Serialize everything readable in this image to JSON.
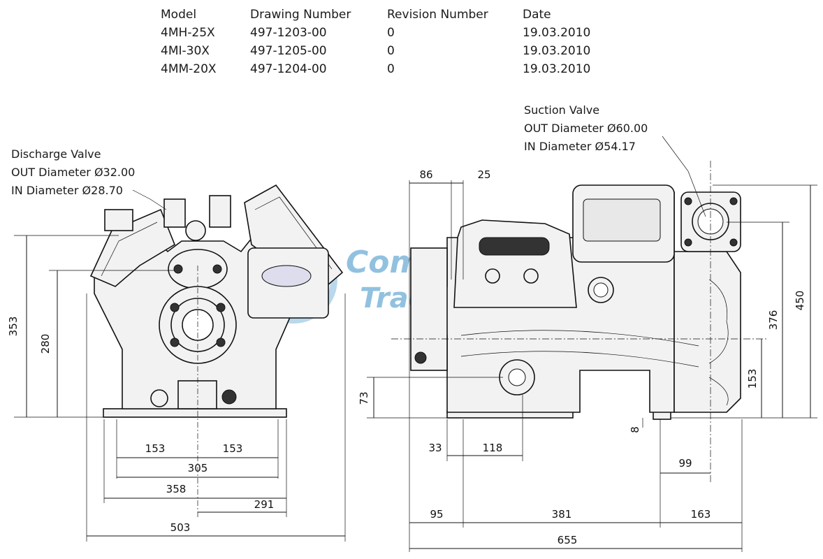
{
  "spec_table": {
    "headers": [
      "Model",
      "Drawing Number",
      "Revision Number",
      "Date"
    ],
    "rows": [
      [
        "4MH-25X",
        "497-1203-00",
        "0",
        "19.03.2010"
      ],
      [
        "4MI-30X",
        "497-1205-00",
        "0",
        "19.03.2010"
      ],
      [
        "4MM-20X",
        "497-1204-00",
        "0",
        "19.03.2010"
      ]
    ]
  },
  "discharge_valve": {
    "title": "Discharge Valve",
    "out_diameter": "OUT Diameter Ø32.00",
    "in_diameter": "IN Diameter Ø28.70"
  },
  "suction_valve": {
    "title": "Suction Valve",
    "out_diameter": "OUT Diameter Ø60.00",
    "in_diameter": "IN Diameter Ø54.17"
  },
  "front_view_dims": {
    "height_total": "353",
    "height_shaft": "280",
    "half_left": "153",
    "half_right": "153",
    "foot_span": "305",
    "base_width": "358",
    "shaft_offset": "291",
    "overall_width": "503"
  },
  "side_view_dims": {
    "top_left": "86",
    "top_small": "25",
    "height_total": "450",
    "height_suction": "376",
    "height_axis": "153",
    "height_port": "73",
    "foot_height": "8",
    "foot_offset": "33",
    "port_offset": "118",
    "suction_offset": "99",
    "left_overhang": "95",
    "foot_span": "381",
    "right_overhang": "163",
    "overall_length": "655"
  },
  "watermark": {
    "line1": "Compressor",
    "line2": "Trade"
  },
  "colors": {
    "line": "#111111",
    "watermark": "#3a8fc7",
    "body_fill": "#f2f2f2"
  }
}
